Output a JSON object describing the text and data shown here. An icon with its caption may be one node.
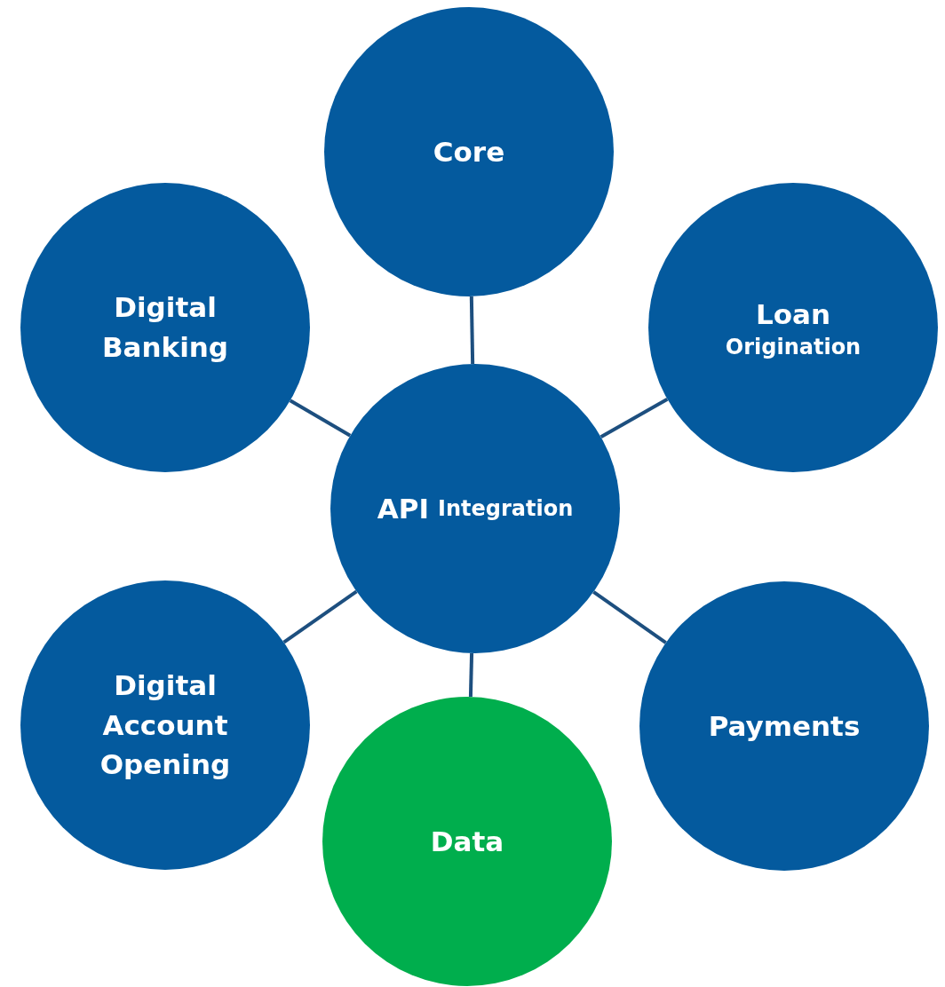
{
  "diagram": {
    "nodes": [
      {
        "text": [
          "API",
          "Integration"
        ]
      },
      {
        "text": [
          "Core"
        ]
      },
      {
        "text": [
          "Loan",
          "Origination"
        ]
      },
      {
        "text": [
          "Payments"
        ]
      },
      {
        "text": [
          "Data"
        ]
      },
      {
        "text": [
          "Digital Account Opening"
        ]
      },
      {
        "text": [
          "Digital Banking"
        ]
      }
    ],
    "edges": [
      {
        "from": 0,
        "to": 1,
        "arrow": "none"
      },
      {
        "from": 0,
        "to": 2,
        "arrow": "none"
      },
      {
        "from": 0,
        "to": 3,
        "arrow": "none"
      },
      {
        "from": 0,
        "to": 4,
        "arrow": "none"
      },
      {
        "from": 0,
        "to": 5,
        "arrow": "none"
      },
      {
        "from": 0,
        "to": 6,
        "arrow": "none"
      }
    ]
  }
}
